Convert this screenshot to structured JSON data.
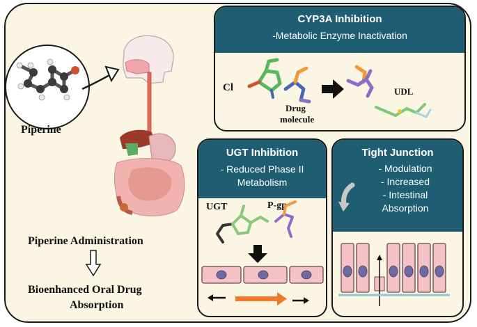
{
  "left": {
    "molecule_label": "Piperine",
    "admin_label": "Piperine Administration",
    "outcome_line1": "Bioenhanced Oral Drug",
    "outcome_line2": "Absorption"
  },
  "cyp3a": {
    "title": "CYP3A Inhibition",
    "subtitle": "-Metabolic Enzyme Inactivation",
    "cl_label": "Cl",
    "drug_label_1": "Drug",
    "drug_label_2": "molecule",
    "udl_label": "UDL"
  },
  "ugt": {
    "title": "UGT Inhibition",
    "sub1": "- Reduced Phase II",
    "sub2": "Metabolism",
    "ugt_label": "UGT",
    "pgp_label": "P-gp"
  },
  "tight": {
    "title": "Tight Junction",
    "l1": "- Modulation",
    "l2": "- Increased",
    "l3": "- Intestinal",
    "l4": "Absorption"
  },
  "colors": {
    "header": "#1f5e72",
    "background": "#fbf6e4",
    "arrow": "#f07a2a",
    "cell": "#f4c1c7",
    "nucleus": "#6d6aa8"
  }
}
